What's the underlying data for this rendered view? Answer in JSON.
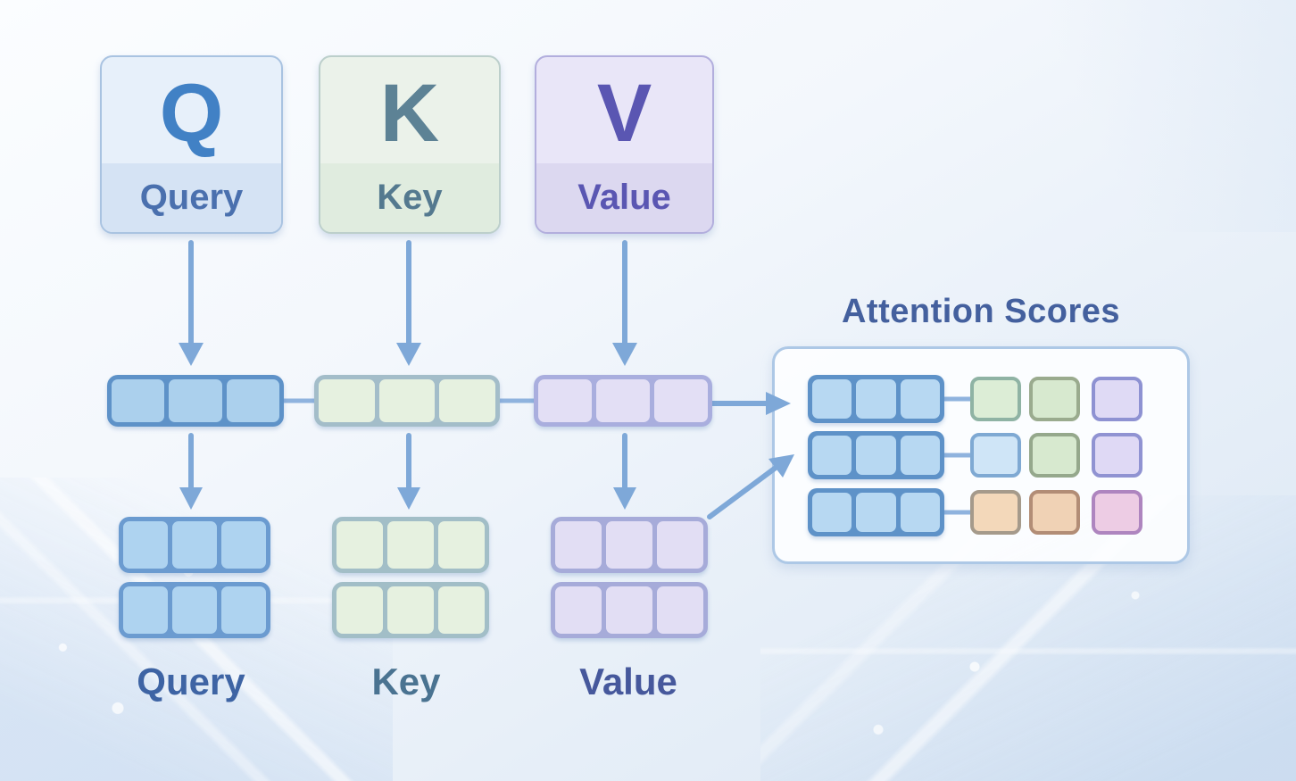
{
  "cards": [
    {
      "letter": "Q",
      "label": "Query",
      "bg": "#e7f0fa",
      "band": "#d5e3f4",
      "border": "#a9c3e1",
      "letter_color": "#4181c5",
      "label_color": "#4a70ae"
    },
    {
      "letter": "K",
      "label": "Key",
      "bg": "#ebf2ea",
      "band": "#e0ecdf",
      "border": "#bccfcb",
      "letter_color": "#5d8295",
      "label_color": "#54798f"
    },
    {
      "letter": "V",
      "label": "Value",
      "bg": "#e9e6f8",
      "band": "#dcd8f0",
      "border": "#b2aedd",
      "letter_color": "#5a56b2",
      "label_color": "#5a56b2"
    }
  ],
  "vectors": {
    "query": {
      "border": "#5e92c8",
      "cell": "#abd0ed"
    },
    "key": {
      "border": "#a3bdc9",
      "cell": "#e6f1e0"
    },
    "value": {
      "border": "#a9aede",
      "cell": "#e3dff5"
    }
  },
  "matrices": {
    "query": {
      "border": "#6b9bd0",
      "cell": "#aed3f0",
      "label": "Query",
      "label_color": "#3e64a4"
    },
    "key": {
      "border": "#a2bec7",
      "cell": "#e6f1e0",
      "label": "Key",
      "label_color": "#4a7391"
    },
    "value": {
      "border": "#a6abd9",
      "cell": "#e2def4",
      "label": "Value",
      "label_color": "#46589c"
    }
  },
  "attention": {
    "title": "Attention Scores",
    "title_color": "#44609e",
    "panel_border": "#adc8e6",
    "row_strip": {
      "border": "#5e92c8",
      "cell": "#b7d8f2"
    },
    "rows": [
      {
        "squares": [
          {
            "fill": "#dcedd6",
            "border": "#8fb3a4"
          },
          {
            "fill": "#d7e9cf",
            "border": "#9aab8e"
          },
          {
            "fill": "#dfdaf5",
            "border": "#8e92d2"
          }
        ]
      },
      {
        "squares": [
          {
            "fill": "#cfe5f7",
            "border": "#7fa9d3"
          },
          {
            "fill": "#d7e9cf",
            "border": "#95a88c"
          },
          {
            "fill": "#dfd9f5",
            "border": "#9093d2"
          }
        ]
      },
      {
        "squares": [
          {
            "fill": "#f3d8ba",
            "border": "#a59a8b"
          },
          {
            "fill": "#f0d2b5",
            "border": "#b28d76"
          },
          {
            "fill": "#edcce4",
            "border": "#ae85bf"
          }
        ]
      }
    ]
  },
  "palette": {
    "arrow": "#7ea8d8",
    "connector": "#8fb3de",
    "background_top": "#fbfdff",
    "background_bottom": "#dbe7f4"
  }
}
